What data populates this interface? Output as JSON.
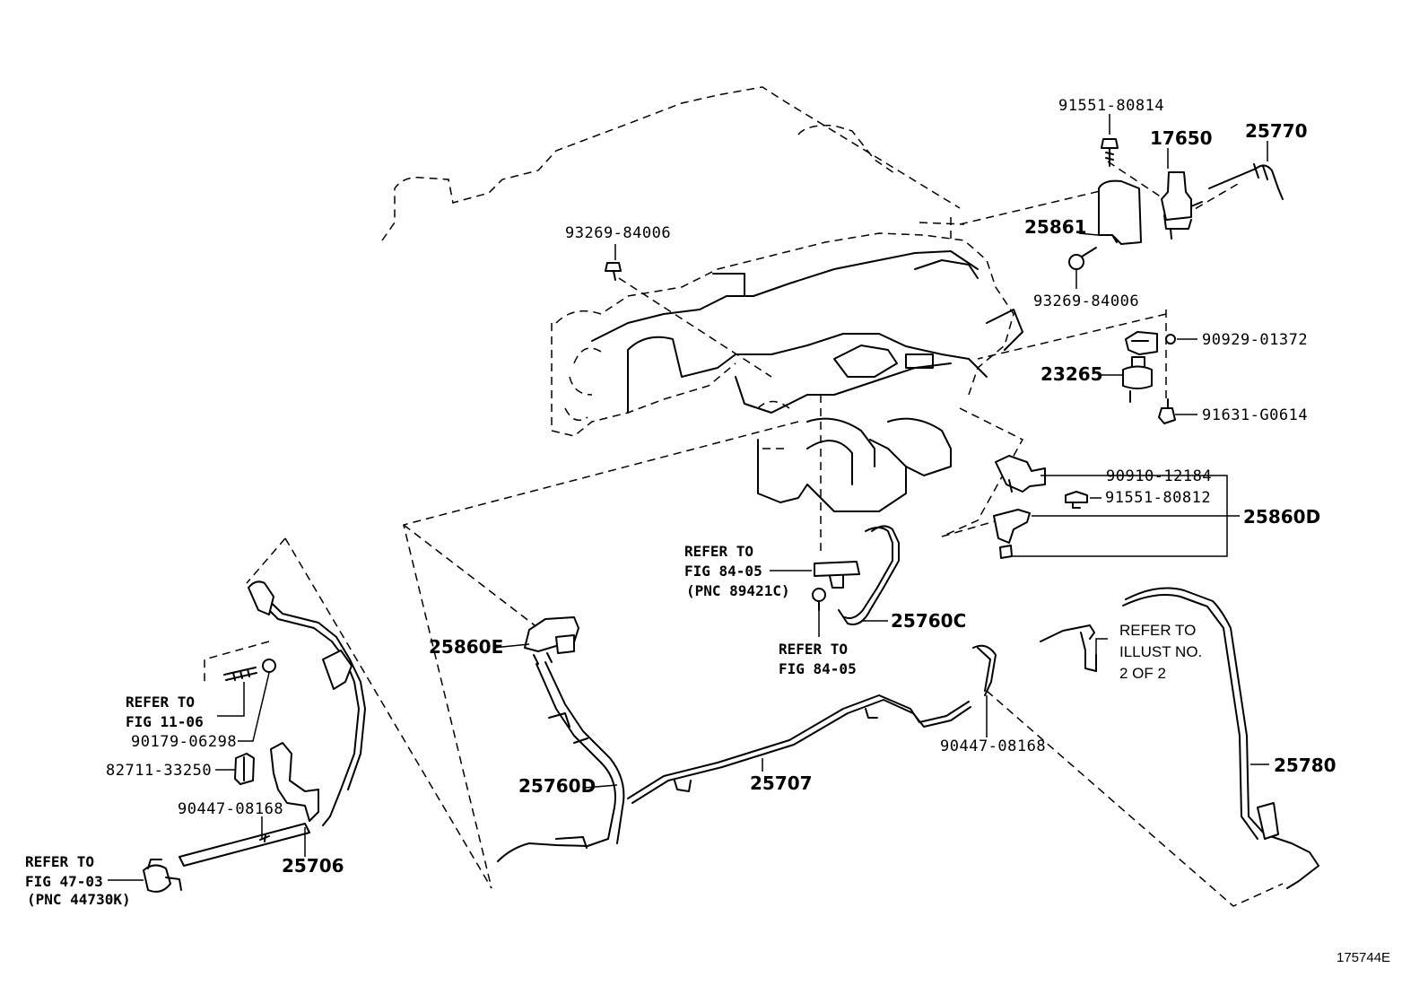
{
  "labels": {
    "p_91551_80814": "91551-80814",
    "p_17650": "17650",
    "p_25770": "25770",
    "p_93269_84006_a": "93269-84006",
    "p_25861": "25861",
    "p_93269_84006_b": "93269-84006",
    "p_90929_01372": "90929-01372",
    "p_23265": "23265",
    "p_91631_G0614": "91631-G0614",
    "p_90910_12184": "90910-12184",
    "p_91551_80812": "91551-80812",
    "p_25860D": "25860D",
    "p_25760C": "25760C",
    "p_25860E": "25860E",
    "p_90447_08168_a": "90447-08168",
    "p_25707": "25707",
    "p_25760D": "25760D",
    "p_25780": "25780",
    "p_90179_06298": "90179-06298",
    "p_82711_33250": "82711-33250",
    "p_90447_08168_b": "90447-08168",
    "p_25706": "25706"
  },
  "references": {
    "ref_fig_84_05_a": [
      "REFER TO",
      "FIG 84-05",
      "(PNC 89421C)"
    ],
    "ref_fig_84_05_b": [
      "REFER TO",
      "FIG 84-05"
    ],
    "ref_fig_11_06": [
      "REFER TO",
      "FIG 11-06"
    ],
    "ref_fig_47_03": [
      "REFER TO",
      "FIG 47-03",
      "(PNC 44730K)"
    ],
    "ref_illust": [
      "REFER TO",
      "ILLUST NO.",
      "2 OF 2"
    ]
  },
  "figure_id": "175744E"
}
